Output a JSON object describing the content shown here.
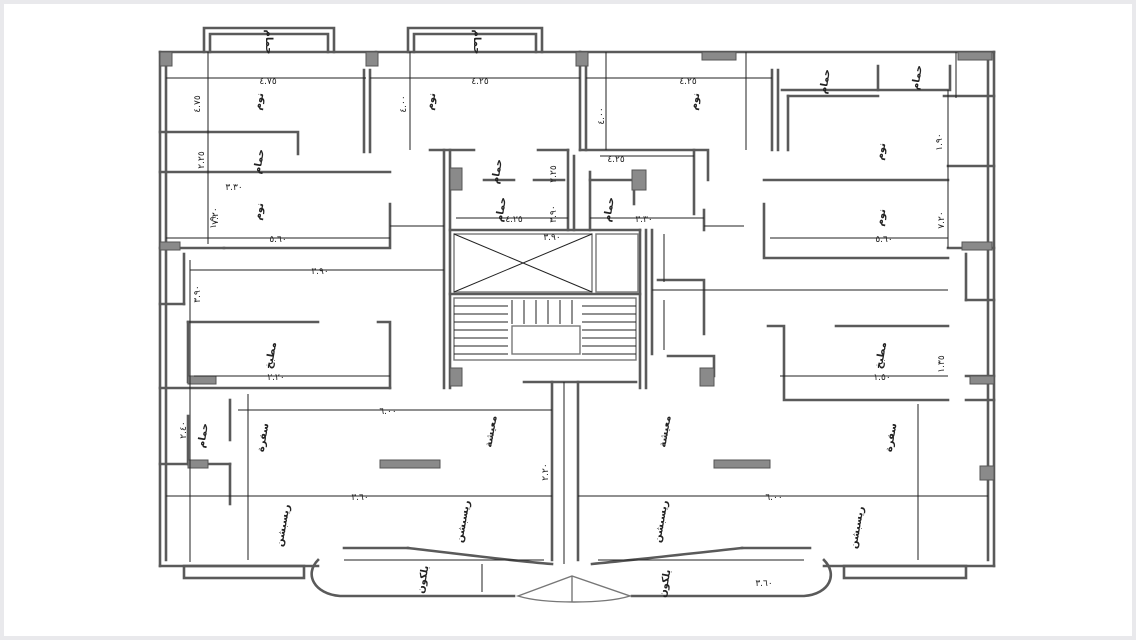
{
  "drawing": {
    "room_labels": [
      {
        "text": "حمام"
      },
      {
        "text": "حمام"
      },
      {
        "text": "نوم"
      },
      {
        "text": "نوم"
      },
      {
        "text": "نوم"
      },
      {
        "text": "نوم"
      },
      {
        "text": "نوم"
      },
      {
        "text": "نوم"
      },
      {
        "text": "حمام"
      },
      {
        "text": "حمام"
      },
      {
        "text": "حمام"
      },
      {
        "text": "حمام"
      },
      {
        "text": "حمام"
      },
      {
        "text": "حمام"
      },
      {
        "text": "مطبخ"
      },
      {
        "text": "مطبخ"
      },
      {
        "text": "حمام"
      },
      {
        "text": "سفرة"
      },
      {
        "text": "سفرة"
      },
      {
        "text": "معيشة"
      },
      {
        "text": "معيشة"
      },
      {
        "text": "ريسبشن"
      },
      {
        "text": "ريسبشن"
      },
      {
        "text": "ريسبشن"
      },
      {
        "text": "ريسبشن"
      },
      {
        "text": "بلكون"
      },
      {
        "text": "بلكون"
      }
    ],
    "dimensions": [
      "٤.٧٥",
      "٤.٢٥",
      "٤.٢٥",
      "٤.٧٥",
      "٣.٣٠",
      "٣.٣٠",
      "٤.٠٠",
      "٤.٠٠",
      "٢.٢٥",
      "٢.٢٥",
      "٣.٩٠",
      "٣.٩٠",
      "٤.٢٥",
      "٤.٢٥",
      "٥.٦٠",
      "٥.٦٠",
      "٣.٩٠",
      "٣.٩٠",
      "٧.٢٠",
      "٧.٢٠",
      "٦.٠٠",
      "٦.٠٠",
      "٢.٢٠",
      "٣.٦٠",
      "٣.٦٠",
      "٢.٤٠",
      "١.٩٠",
      "١.٩٠",
      "٢.٢٠",
      "١.٥٠",
      "١.٣٥"
    ]
  }
}
